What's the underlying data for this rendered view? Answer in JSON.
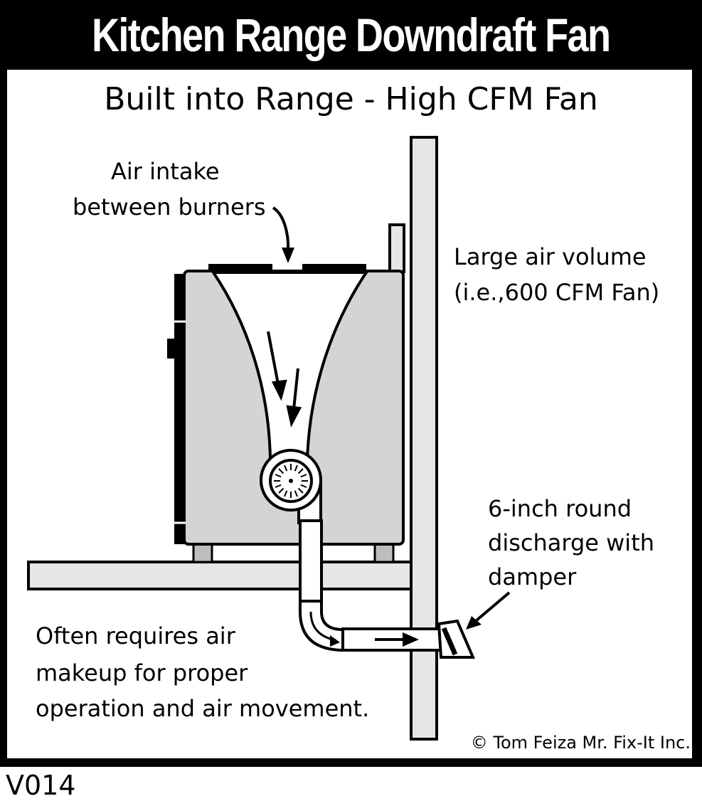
{
  "title": "Kitchen Range Downdraft Fan",
  "subtitle": "Built into Range - High CFM Fan",
  "labels": {
    "air_intake": [
      "Air intake",
      "between burners"
    ],
    "air_volume": [
      "Large air volume",
      "(i.e.,600 CFM Fan)"
    ],
    "discharge": [
      "6-inch round",
      "discharge with",
      "damper"
    ],
    "makeup": [
      "Often requires air",
      "makeup for proper",
      "operation and air movement."
    ]
  },
  "credit": "© Tom Feiza Mr. Fix-It Inc.",
  "code": "V014",
  "colors": {
    "frame": "#000000",
    "range_body": "#d4d4d4",
    "wall": "#e6e6e6",
    "ink": "#000000"
  }
}
